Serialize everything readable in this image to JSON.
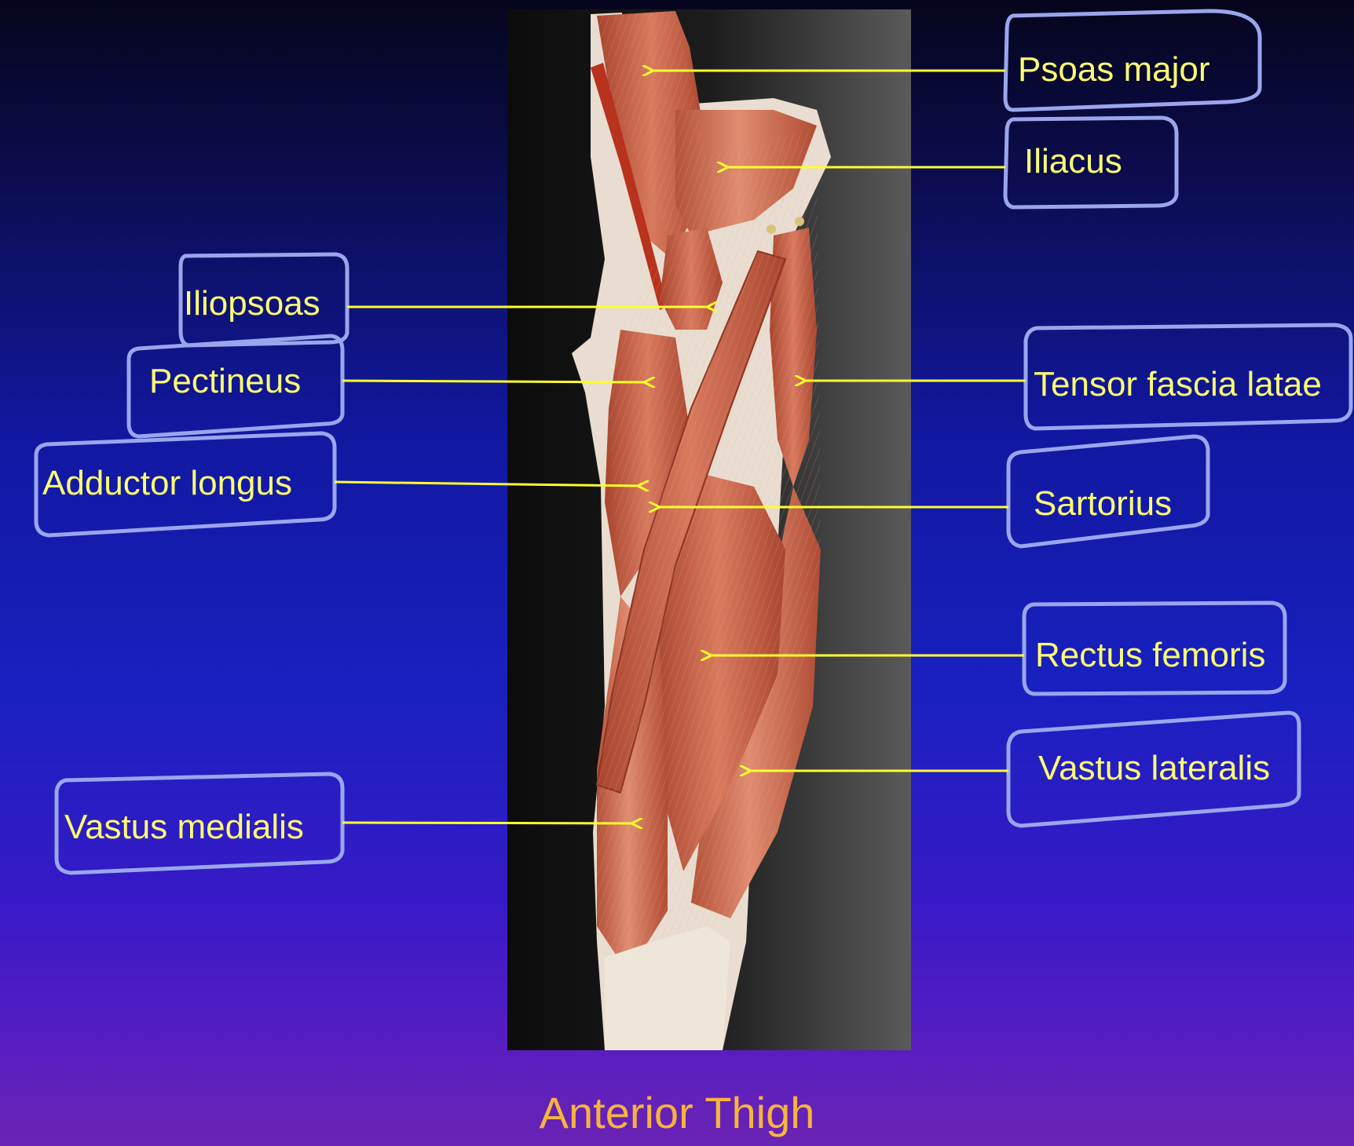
{
  "title": "Anterior Thigh",
  "labels": {
    "psoas_major": "Psoas major",
    "iliacus": "Iliacus",
    "iliopsoas": "Iliopsoas",
    "pectineus": "Pectineus",
    "tensor_fascia_latae": "Tensor fascia latae",
    "adductor_longus": "Adductor longus",
    "sartorius": "Sartorius",
    "rectus_femoris": "Rectus femoris",
    "vastus_lateralis": "Vastus lateralis",
    "vastus_medialis": "Vastus medialis"
  },
  "colors": {
    "label_text": "#fdfd72",
    "leader_line": "#fdfd2e",
    "box_outline": "#9aa6ec",
    "title": "#f7b33c",
    "muscle": "#c8604c",
    "photo_backdrop": "#141414"
  }
}
